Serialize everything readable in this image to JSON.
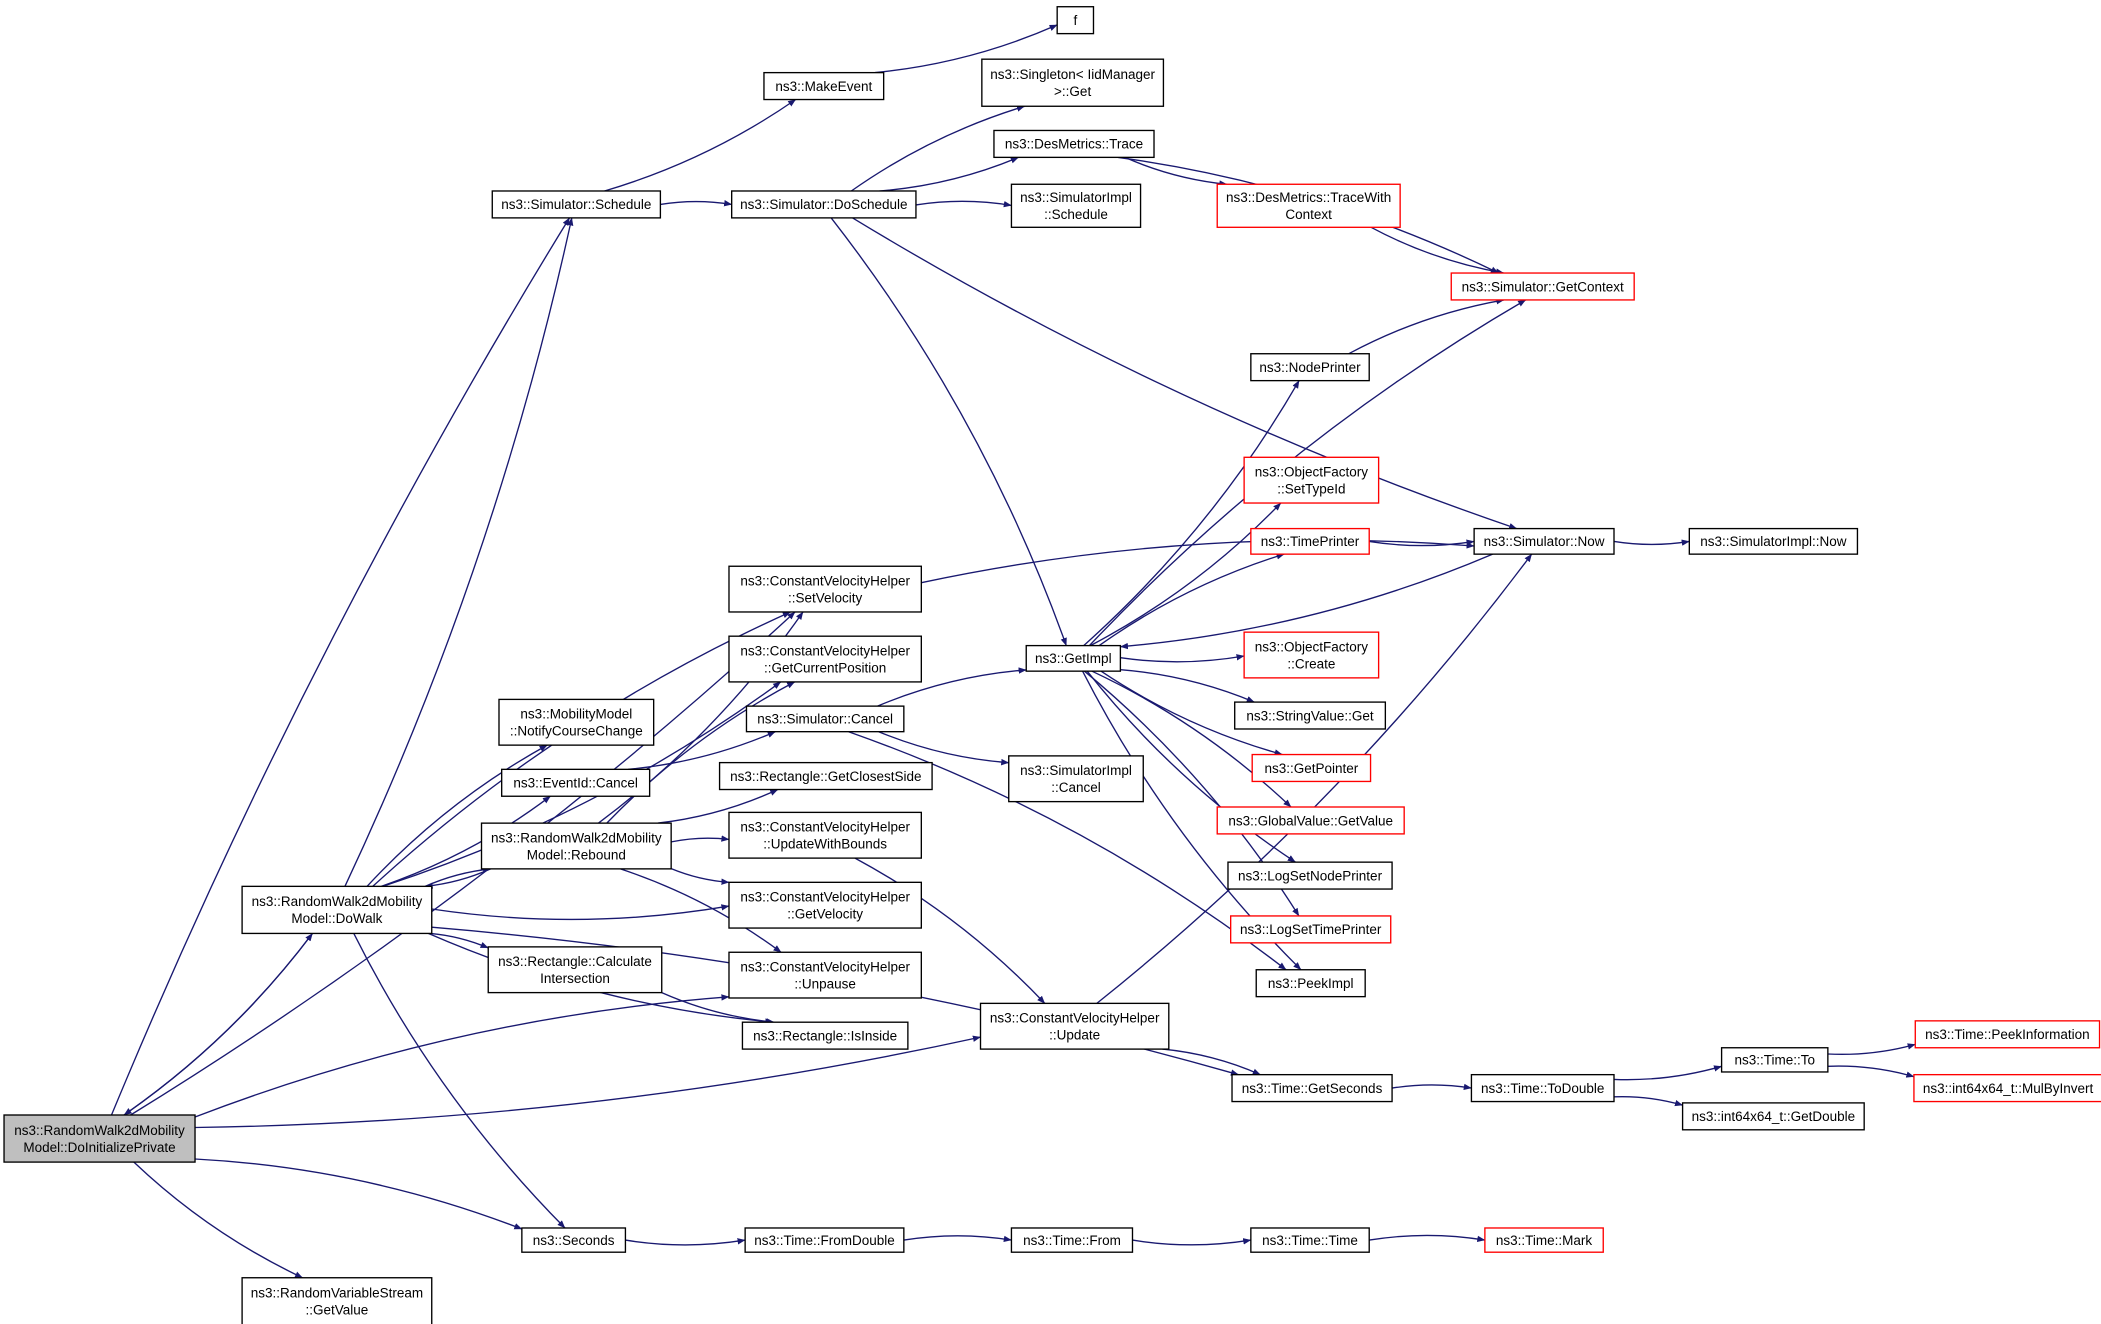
{
  "colors": {
    "edge": "#191970",
    "node_border": "#000000",
    "node_border_truncated": "#ff0000",
    "root_fill": "#bfbfbf",
    "node_fill": "#ffffff"
  },
  "nodes": [
    {
      "id": "root",
      "lines": [
        "ns3::RandomWalk2dMobility",
        "Model::DoInitializePrivate"
      ],
      "style": "root"
    },
    {
      "id": "getvalue_rvs",
      "lines": [
        "ns3::RandomVariableStream",
        "::GetValue"
      ],
      "style": "normal"
    },
    {
      "id": "dowalk",
      "lines": [
        "ns3::RandomWalk2dMobility",
        "Model::DoWalk"
      ],
      "style": "normal"
    },
    {
      "id": "schedule",
      "lines": [
        "ns3::Simulator::Schedule"
      ],
      "style": "normal"
    },
    {
      "id": "makeevent",
      "lines": [
        "ns3::MakeEvent"
      ],
      "style": "normal"
    },
    {
      "id": "f",
      "lines": [
        "f"
      ],
      "style": "normal"
    },
    {
      "id": "doschedule",
      "lines": [
        "ns3::Simulator::DoSchedule"
      ],
      "style": "normal"
    },
    {
      "id": "singleton",
      "lines": [
        "ns3::Singleton< IidManager",
        ">::Get"
      ],
      "style": "normal"
    },
    {
      "id": "desmetrics_trace",
      "lines": [
        "ns3::DesMetrics::Trace"
      ],
      "style": "normal"
    },
    {
      "id": "simimpl_schedule",
      "lines": [
        "ns3::SimulatorImpl",
        "::Schedule"
      ],
      "style": "normal"
    },
    {
      "id": "tracewithcontext",
      "lines": [
        "ns3::DesMetrics::TraceWith",
        "Context"
      ],
      "style": "truncated"
    },
    {
      "id": "getcontext",
      "lines": [
        "ns3::Simulator::GetContext"
      ],
      "style": "truncated"
    },
    {
      "id": "nodeprinter",
      "lines": [
        "ns3::NodePrinter"
      ],
      "style": "normal"
    },
    {
      "id": "objfactory_settypeid",
      "lines": [
        "ns3::ObjectFactory",
        "::SetTypeId"
      ],
      "style": "truncated"
    },
    {
      "id": "timeprinter",
      "lines": [
        "ns3::TimePrinter"
      ],
      "style": "truncated"
    },
    {
      "id": "sim_now",
      "lines": [
        "ns3::Simulator::Now"
      ],
      "style": "normal"
    },
    {
      "id": "simimpl_now",
      "lines": [
        "ns3::SimulatorImpl::Now"
      ],
      "style": "normal"
    },
    {
      "id": "cvh_setvelocity",
      "lines": [
        "ns3::ConstantVelocityHelper",
        "::SetVelocity"
      ],
      "style": "normal"
    },
    {
      "id": "cvh_getcurrentposition",
      "lines": [
        "ns3::ConstantVelocityHelper",
        "::GetCurrentPosition"
      ],
      "style": "normal"
    },
    {
      "id": "getimpl",
      "lines": [
        "ns3::GetImpl"
      ],
      "style": "normal"
    },
    {
      "id": "objfactory_create",
      "lines": [
        "ns3::ObjectFactory",
        "::Create"
      ],
      "style": "truncated"
    },
    {
      "id": "mm_notify",
      "lines": [
        "ns3::MobilityModel",
        "::NotifyCourseChange"
      ],
      "style": "normal"
    },
    {
      "id": "sim_cancel",
      "lines": [
        "ns3::Simulator::Cancel"
      ],
      "style": "normal"
    },
    {
      "id": "stringvalue_get",
      "lines": [
        "ns3::StringValue::Get"
      ],
      "style": "normal"
    },
    {
      "id": "eventid_cancel",
      "lines": [
        "ns3::EventId::Cancel"
      ],
      "style": "normal"
    },
    {
      "id": "rect_getclosestside",
      "lines": [
        "ns3::Rectangle::GetClosestSide"
      ],
      "style": "normal"
    },
    {
      "id": "simimpl_cancel",
      "lines": [
        "ns3::SimulatorImpl",
        "::Cancel"
      ],
      "style": "normal"
    },
    {
      "id": "getpointer",
      "lines": [
        "ns3::GetPointer"
      ],
      "style": "truncated"
    },
    {
      "id": "rebound",
      "lines": [
        "ns3::RandomWalk2dMobility",
        "Model::Rebound"
      ],
      "style": "normal"
    },
    {
      "id": "cvh_updatewithbounds",
      "lines": [
        "ns3::ConstantVelocityHelper",
        "::UpdateWithBounds"
      ],
      "style": "normal"
    },
    {
      "id": "globalvalue_getvalue",
      "lines": [
        "ns3::GlobalValue::GetValue"
      ],
      "style": "truncated"
    },
    {
      "id": "logsetnodeprinter",
      "lines": [
        "ns3::LogSetNodePrinter"
      ],
      "style": "normal"
    },
    {
      "id": "cvh_getvelocity",
      "lines": [
        "ns3::ConstantVelocityHelper",
        "::GetVelocity"
      ],
      "style": "normal"
    },
    {
      "id": "logsettimeprinter",
      "lines": [
        "ns3::LogSetTimePrinter"
      ],
      "style": "truncated"
    },
    {
      "id": "rect_calcintersection",
      "lines": [
        "ns3::Rectangle::Calculate",
        "Intersection"
      ],
      "style": "normal"
    },
    {
      "id": "cvh_unpause",
      "lines": [
        "ns3::ConstantVelocityHelper",
        "::Unpause"
      ],
      "style": "normal"
    },
    {
      "id": "peekimpl",
      "lines": [
        "ns3::PeekImpl"
      ],
      "style": "normal"
    },
    {
      "id": "cvh_update",
      "lines": [
        "ns3::ConstantVelocityHelper",
        "::Update"
      ],
      "style": "normal"
    },
    {
      "id": "rect_isinside",
      "lines": [
        "ns3::Rectangle::IsInside"
      ],
      "style": "normal"
    },
    {
      "id": "time_peekinfo",
      "lines": [
        "ns3::Time::PeekInformation"
      ],
      "style": "truncated"
    },
    {
      "id": "time_to",
      "lines": [
        "ns3::Time::To"
      ],
      "style": "normal"
    },
    {
      "id": "time_getseconds",
      "lines": [
        "ns3::Time::GetSeconds"
      ],
      "style": "normal"
    },
    {
      "id": "time_todouble",
      "lines": [
        "ns3::Time::ToDouble"
      ],
      "style": "normal"
    },
    {
      "id": "mulbyinvert",
      "lines": [
        "ns3::int64x64_t::MulByInvert"
      ],
      "style": "truncated"
    },
    {
      "id": "int64_getdouble",
      "lines": [
        "ns3::int64x64_t::GetDouble"
      ],
      "style": "normal"
    },
    {
      "id": "seconds",
      "lines": [
        "ns3::Seconds"
      ],
      "style": "normal"
    },
    {
      "id": "time_fromdouble",
      "lines": [
        "ns3::Time::FromDouble"
      ],
      "style": "normal"
    },
    {
      "id": "time_from",
      "lines": [
        "ns3::Time::From"
      ],
      "style": "normal"
    },
    {
      "id": "time_time",
      "lines": [
        "ns3::Time::Time"
      ],
      "style": "normal"
    },
    {
      "id": "time_mark",
      "lines": [
        "ns3::Time::Mark"
      ],
      "style": "truncated"
    }
  ],
  "edges": [
    [
      "root",
      "dowalk"
    ],
    [
      "root",
      "schedule"
    ],
    [
      "root",
      "cvh_setvelocity"
    ],
    [
      "root",
      "cvh_unpause"
    ],
    [
      "root",
      "cvh_update"
    ],
    [
      "root",
      "seconds"
    ],
    [
      "root",
      "getvalue_rvs"
    ],
    [
      "dowalk",
      "root"
    ],
    [
      "dowalk",
      "schedule"
    ],
    [
      "dowalk",
      "cvh_setvelocity"
    ],
    [
      "dowalk",
      "cvh_getcurrentposition"
    ],
    [
      "dowalk",
      "mm_notify"
    ],
    [
      "dowalk",
      "eventid_cancel"
    ],
    [
      "dowalk",
      "rebound"
    ],
    [
      "dowalk",
      "cvh_getvelocity"
    ],
    [
      "dowalk",
      "rect_calcintersection"
    ],
    [
      "dowalk",
      "rect_isinside"
    ],
    [
      "dowalk",
      "time_getseconds"
    ],
    [
      "dowalk",
      "seconds"
    ],
    [
      "rebound",
      "dowalk"
    ],
    [
      "rebound",
      "cvh_setvelocity"
    ],
    [
      "rebound",
      "cvh_getcurrentposition"
    ],
    [
      "rebound",
      "rect_getclosestside"
    ],
    [
      "rebound",
      "cvh_updatewithbounds"
    ],
    [
      "rebound",
      "cvh_getvelocity"
    ],
    [
      "rebound",
      "cvh_unpause"
    ],
    [
      "schedule",
      "makeevent"
    ],
    [
      "schedule",
      "doschedule"
    ],
    [
      "makeevent",
      "f"
    ],
    [
      "doschedule",
      "singleton"
    ],
    [
      "doschedule",
      "desmetrics_trace"
    ],
    [
      "doschedule",
      "simimpl_schedule"
    ],
    [
      "doschedule",
      "sim_now"
    ],
    [
      "doschedule",
      "getimpl"
    ],
    [
      "desmetrics_trace",
      "tracewithcontext"
    ],
    [
      "desmetrics_trace",
      "getcontext"
    ],
    [
      "tracewithcontext",
      "getcontext"
    ],
    [
      "cvh_setvelocity",
      "sim_now"
    ],
    [
      "eventid_cancel",
      "sim_cancel"
    ],
    [
      "sim_cancel",
      "getimpl"
    ],
    [
      "sim_cancel",
      "simimpl_cancel"
    ],
    [
      "sim_cancel",
      "peekimpl"
    ],
    [
      "getimpl",
      "nodeprinter"
    ],
    [
      "getimpl",
      "getcontext"
    ],
    [
      "getimpl",
      "objfactory_settypeid"
    ],
    [
      "getimpl",
      "timeprinter"
    ],
    [
      "getimpl",
      "objfactory_create"
    ],
    [
      "getimpl",
      "stringvalue_get"
    ],
    [
      "getimpl",
      "getpointer"
    ],
    [
      "getimpl",
      "globalvalue_getvalue"
    ],
    [
      "getimpl",
      "logsetnodeprinter"
    ],
    [
      "getimpl",
      "logsettimeprinter"
    ],
    [
      "getimpl",
      "peekimpl"
    ],
    [
      "nodeprinter",
      "getcontext"
    ],
    [
      "timeprinter",
      "sim_now"
    ],
    [
      "sim_now",
      "getimpl"
    ],
    [
      "sim_now",
      "simimpl_now"
    ],
    [
      "cvh_updatewithbounds",
      "cvh_update"
    ],
    [
      "cvh_update",
      "sim_now"
    ],
    [
      "cvh_update",
      "time_getseconds"
    ],
    [
      "rect_calcintersection",
      "rect_isinside"
    ],
    [
      "time_getseconds",
      "time_todouble"
    ],
    [
      "time_todouble",
      "time_to"
    ],
    [
      "time_todouble",
      "int64_getdouble"
    ],
    [
      "time_to",
      "time_peekinfo"
    ],
    [
      "time_to",
      "mulbyinvert"
    ],
    [
      "seconds",
      "time_fromdouble"
    ],
    [
      "time_fromdouble",
      "time_from"
    ],
    [
      "time_from",
      "time_time"
    ],
    [
      "time_time",
      "time_mark"
    ]
  ]
}
